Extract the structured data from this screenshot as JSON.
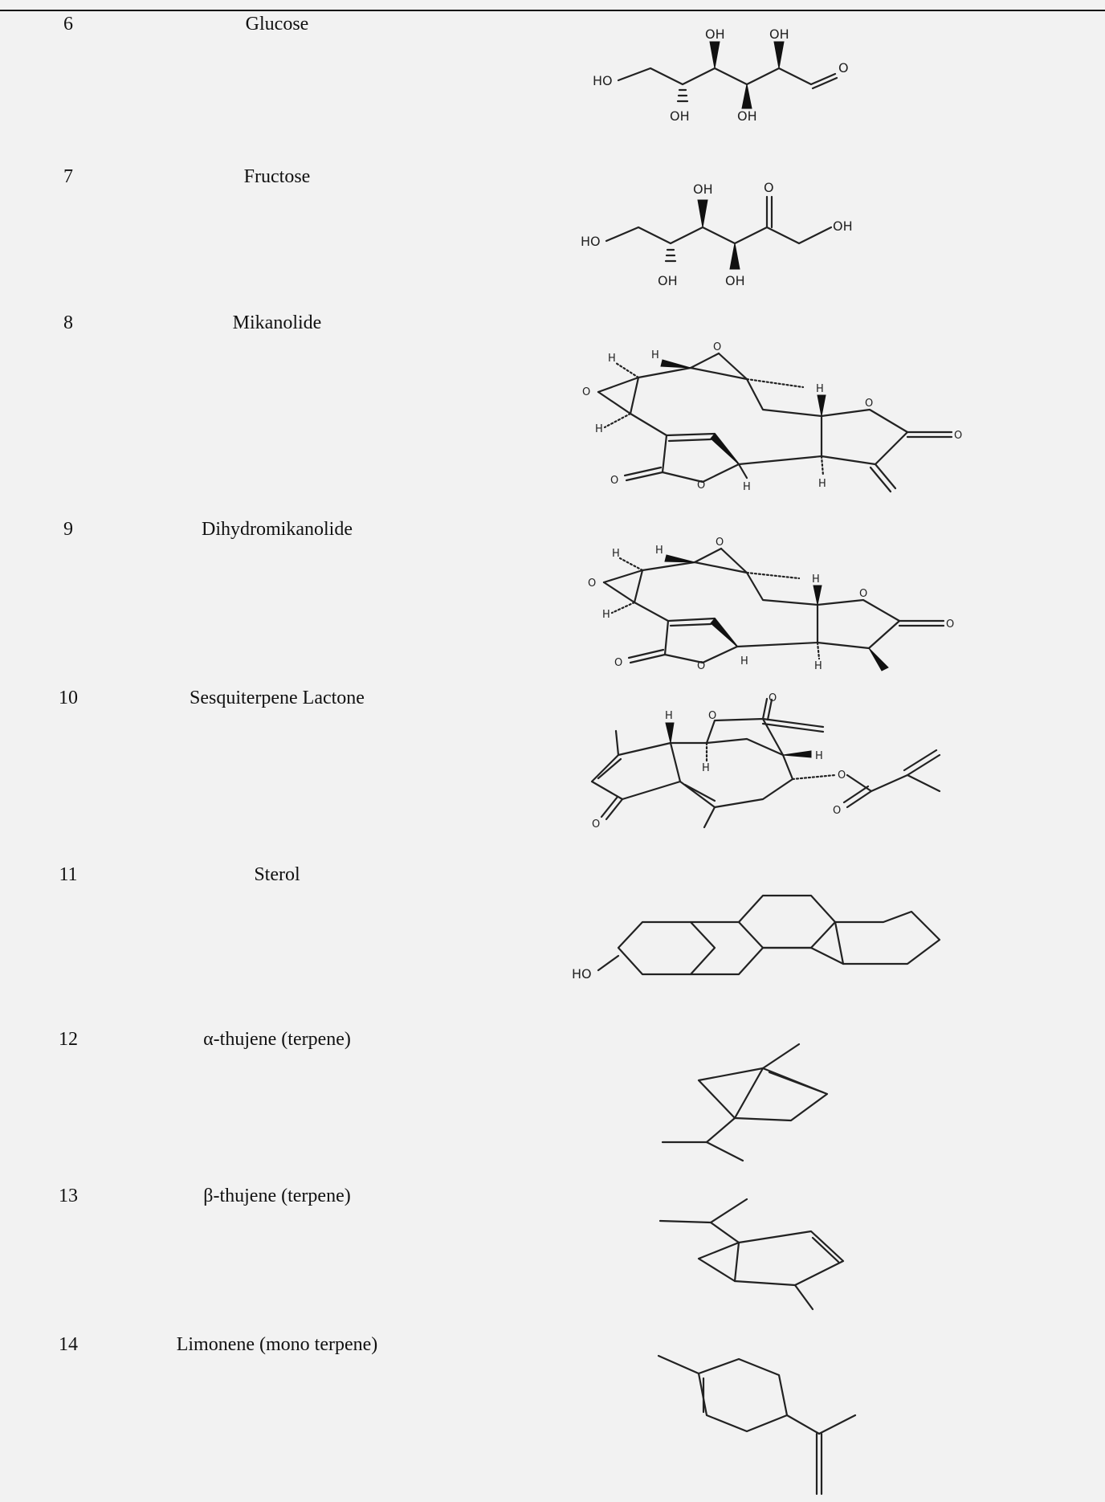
{
  "rows": [
    {
      "num": "6",
      "name": "Glucose"
    },
    {
      "num": "7",
      "name": "Fructose"
    },
    {
      "num": "8",
      "name": "Mikanolide"
    },
    {
      "num": "9",
      "name": "Dihydromikanolide"
    },
    {
      "num": "10",
      "name": "Sesquiterpene Lactone"
    },
    {
      "num": "11",
      "name": "Sterol"
    },
    {
      "num": "12",
      "name": "α-thujene (terpene)"
    },
    {
      "num": "13",
      "name": "β-thujene (terpene)"
    },
    {
      "num": "14",
      "name": "Limonene (mono terpene)"
    }
  ],
  "atoms": {
    "oh": "OH",
    "ho": "HO",
    "o": "O",
    "h": "H"
  }
}
